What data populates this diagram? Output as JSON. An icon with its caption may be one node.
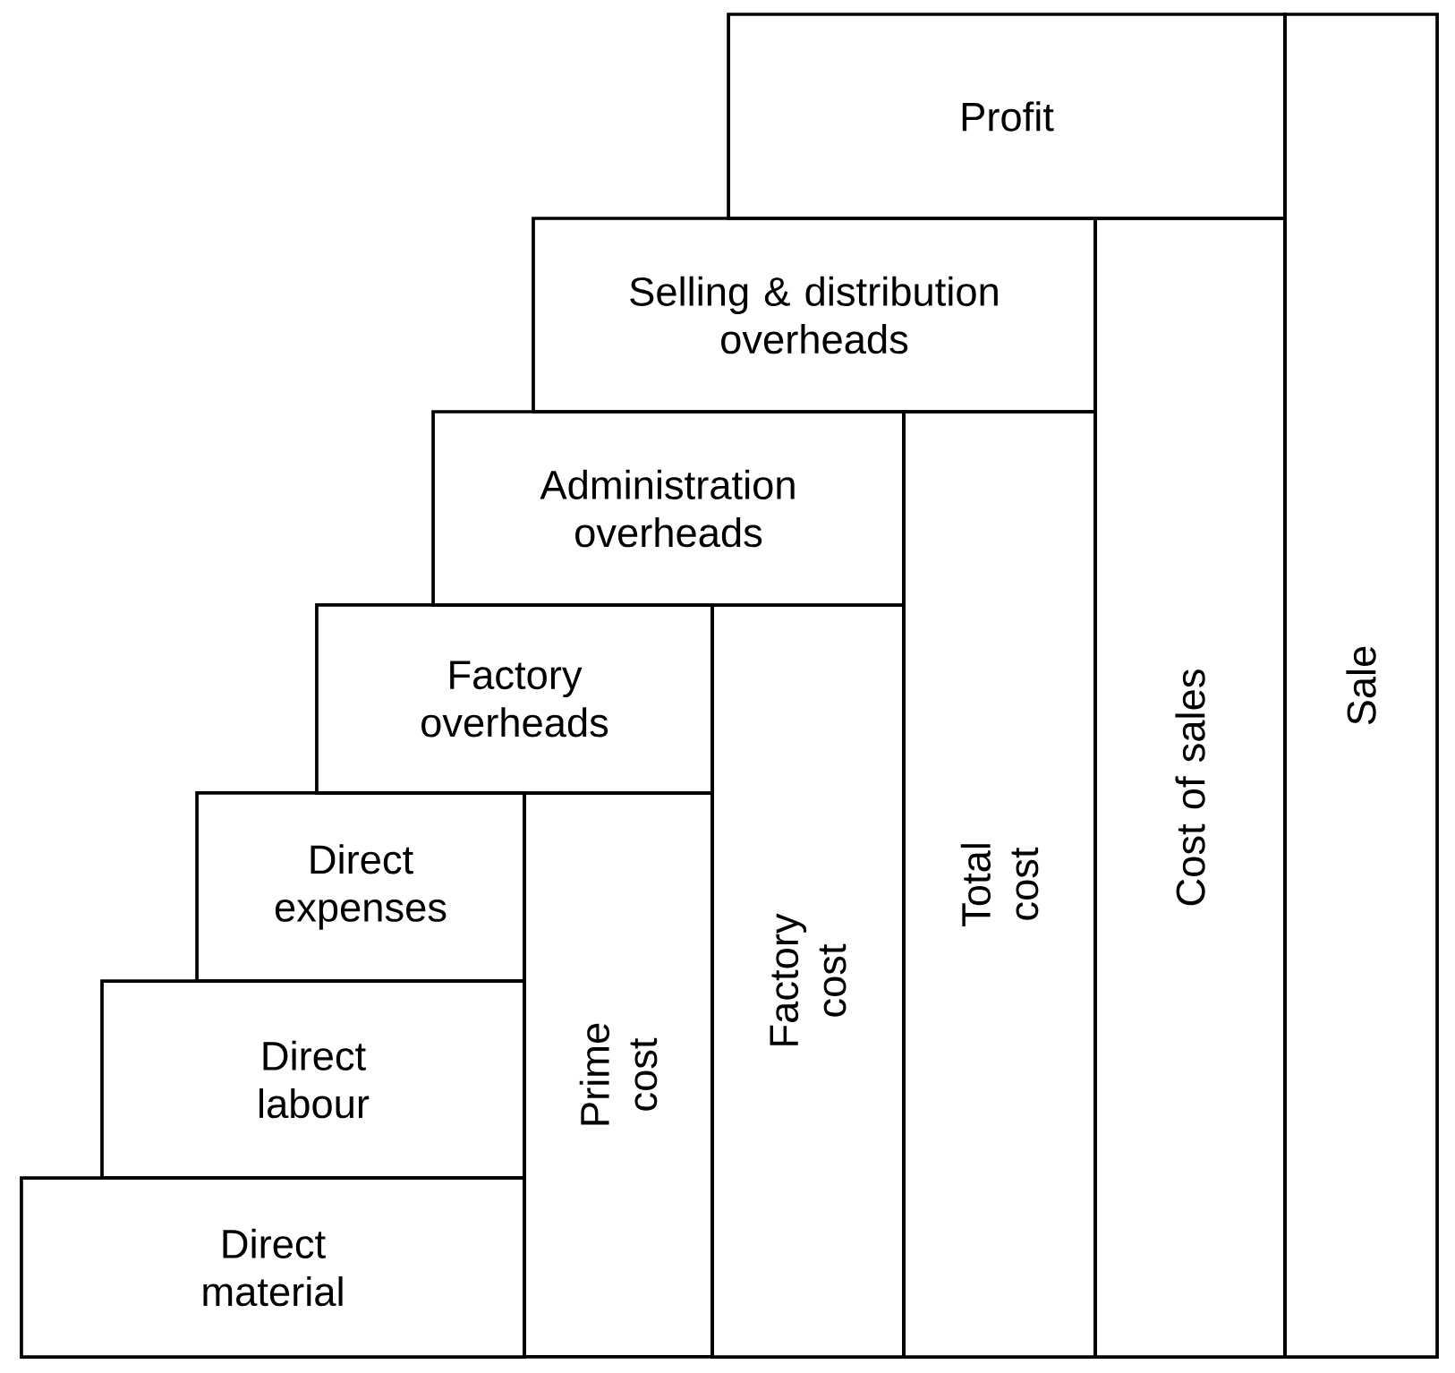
{
  "diagram": {
    "nodes": [
      {
        "text": [
          "Profit"
        ]
      },
      {
        "text": [
          "Selling & distribution overheads"
        ]
      },
      {
        "text": [
          "Administration overheads"
        ]
      },
      {
        "text": [
          "Factory overheads"
        ]
      },
      {
        "text": [
          "Direct expenses"
        ]
      },
      {
        "text": [
          "Direct labour"
        ]
      },
      {
        "text": [
          "Direct material"
        ]
      },
      {
        "text": [
          "Prime cost"
        ]
      },
      {
        "text": [
          "Factory cost"
        ]
      },
      {
        "text": [
          "Total cost"
        ]
      },
      {
        "text": [
          "Cost of sales"
        ]
      },
      {
        "text": [
          "Sale"
        ]
      }
    ]
  }
}
